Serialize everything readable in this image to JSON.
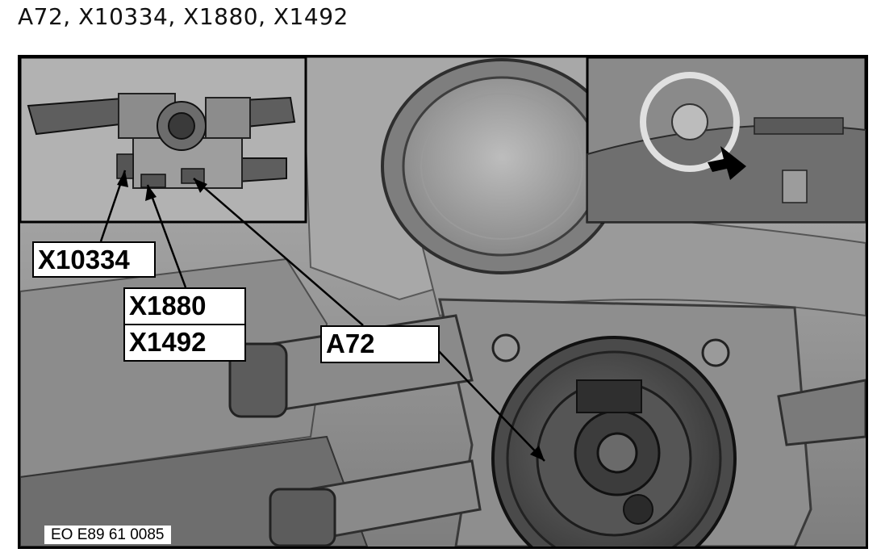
{
  "caption": "A72, X10334, X1880, X1492",
  "labels": {
    "x10334": "X10334",
    "x1880": "X1880",
    "x1492": "X1492",
    "a72": "A72"
  },
  "figure_ref": "EO E89 61 0085",
  "colors": {
    "border": "#000000",
    "label_background": "#ffffff",
    "illustration_gray": "#9c9c9c"
  }
}
